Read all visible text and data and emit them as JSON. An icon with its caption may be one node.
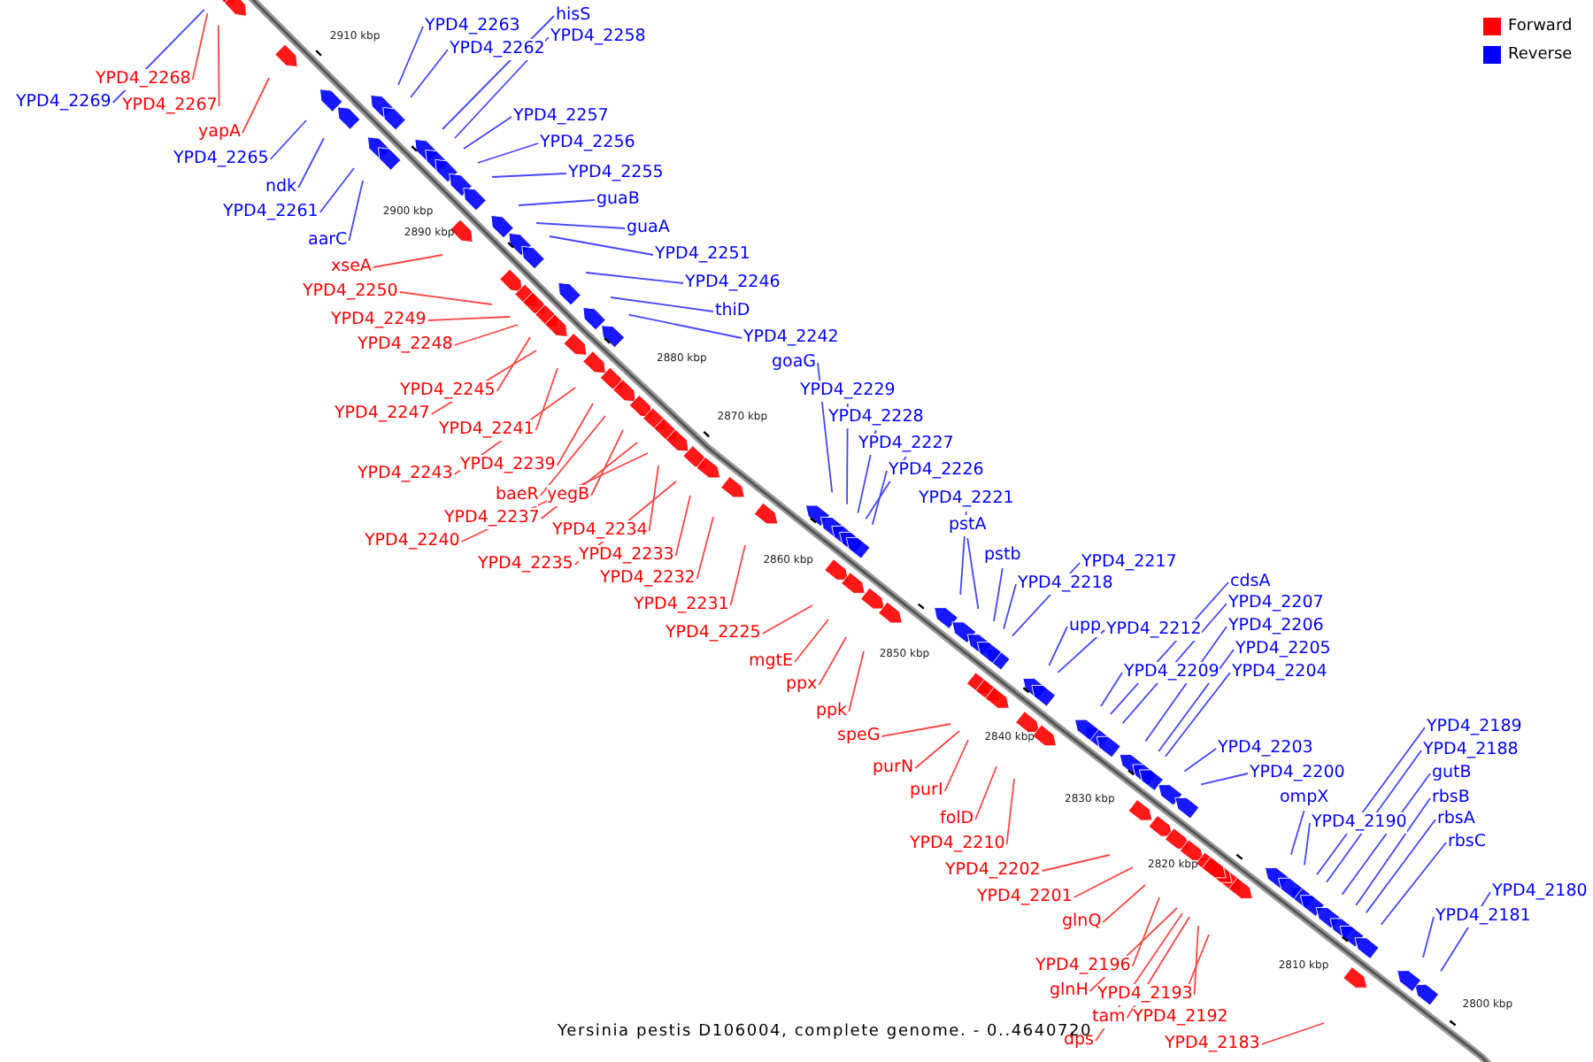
{
  "diagram": {
    "caption": "Yersinia pestis D106004, complete genome. - 0..4640720",
    "nodes": [
      {
        "text": [
          "YPD4_2269"
        ]
      },
      {
        "text": [
          "YPD4_2268"
        ]
      },
      {
        "text": [
          "YPD4_2267"
        ]
      },
      {
        "text": [
          "yapA"
        ]
      },
      {
        "text": [
          "YPD4_2265"
        ]
      },
      {
        "text": [
          "ndk"
        ]
      },
      {
        "text": [
          "YPD4_2261"
        ]
      },
      {
        "text": [
          "aarC"
        ]
      },
      {
        "text": [
          "xseA"
        ]
      },
      {
        "text": [
          "YPD4_2250"
        ]
      },
      {
        "text": [
          "YPD4_2249"
        ]
      },
      {
        "text": [
          "YPD4_2248"
        ]
      },
      {
        "text": [
          "YPD4_2245"
        ]
      },
      {
        "text": [
          "YPD4_2247"
        ]
      },
      {
        "text": [
          "YPD4_2241"
        ]
      },
      {
        "text": [
          "YPD4_2243"
        ]
      },
      {
        "text": [
          "YPD4_2239"
        ]
      },
      {
        "text": [
          "baeR"
        ]
      },
      {
        "text": [
          "yegB"
        ]
      },
      {
        "text": [
          "YPD4_2237"
        ]
      },
      {
        "text": [
          "YPD4_2240"
        ]
      },
      {
        "text": [
          "YPD4_2234"
        ]
      },
      {
        "text": [
          "YPD4_2235"
        ]
      },
      {
        "text": [
          "YPD4_2233"
        ]
      },
      {
        "text": [
          "YPD4_2232"
        ]
      },
      {
        "text": [
          "YPD4_2231"
        ]
      },
      {
        "text": [
          "YPD4_2225"
        ]
      },
      {
        "text": [
          "mgtE"
        ]
      },
      {
        "text": [
          "ppx"
        ]
      },
      {
        "text": [
          "ppk"
        ]
      },
      {
        "text": [
          "speG"
        ]
      },
      {
        "text": [
          "purN"
        ]
      },
      {
        "text": [
          "purI"
        ]
      },
      {
        "text": [
          "folD"
        ]
      },
      {
        "text": [
          "YPD4_2210"
        ]
      },
      {
        "text": [
          "YPD4_2202"
        ]
      },
      {
        "text": [
          "YPD4_2201"
        ]
      },
      {
        "text": [
          "glnQ"
        ]
      },
      {
        "text": [
          "YPD4_2196"
        ]
      },
      {
        "text": [
          "glnH"
        ]
      },
      {
        "text": [
          "YPD4_2193"
        ]
      },
      {
        "text": [
          "tam"
        ]
      },
      {
        "text": [
          "YPD4_2192"
        ]
      },
      {
        "text": [
          "dps"
        ]
      },
      {
        "text": [
          "YPD4_2183"
        ]
      },
      {
        "text": [
          "YPD4_2263"
        ]
      },
      {
        "text": [
          "YPD4_2262"
        ]
      },
      {
        "text": [
          "hisS"
        ]
      },
      {
        "text": [
          "YPD4_2258"
        ]
      },
      {
        "text": [
          "YPD4_2257"
        ]
      },
      {
        "text": [
          "YPD4_2256"
        ]
      },
      {
        "text": [
          "YPD4_2255"
        ]
      },
      {
        "text": [
          "guaB"
        ]
      },
      {
        "text": [
          "guaA"
        ]
      },
      {
        "text": [
          "YPD4_2251"
        ]
      },
      {
        "text": [
          "YPD4_2246"
        ]
      },
      {
        "text": [
          "thiD"
        ]
      },
      {
        "text": [
          "YPD4_2242"
        ]
      },
      {
        "text": [
          "goaG"
        ]
      },
      {
        "text": [
          "YPD4_2229"
        ]
      },
      {
        "text": [
          "YPD4_2228"
        ]
      },
      {
        "text": [
          "YPD4_2227"
        ]
      },
      {
        "text": [
          "YPD4_2226"
        ]
      },
      {
        "text": [
          "YPD4_2221"
        ]
      },
      {
        "text": [
          "pstA"
        ]
      },
      {
        "text": [
          "pstb"
        ]
      },
      {
        "text": [
          "YPD4_2217"
        ]
      },
      {
        "text": [
          "YPD4_2218"
        ]
      },
      {
        "text": [
          "cdsA"
        ]
      },
      {
        "text": [
          "YPD4_2207"
        ]
      },
      {
        "text": [
          "YPD4_2206"
        ]
      },
      {
        "text": [
          "upp"
        ]
      },
      {
        "text": [
          "YPD4_2212"
        ]
      },
      {
        "text": [
          "YPD4_2205"
        ]
      },
      {
        "text": [
          "YPD4_2209"
        ]
      },
      {
        "text": [
          "YPD4_2204"
        ]
      },
      {
        "text": [
          "YPD4_2189"
        ]
      },
      {
        "text": [
          "YPD4_2203"
        ]
      },
      {
        "text": [
          "YPD4_2188"
        ]
      },
      {
        "text": [
          "YPD4_2200"
        ]
      },
      {
        "text": [
          "gutB"
        ]
      },
      {
        "text": [
          "ompX"
        ]
      },
      {
        "text": [
          "rbsB"
        ]
      },
      {
        "text": [
          "rbsA"
        ]
      },
      {
        "text": [
          "YPD4_2190"
        ]
      },
      {
        "text": [
          "rbsC"
        ]
      },
      {
        "text": [
          "YPD4_2180"
        ]
      },
      {
        "text": [
          "YPD4_2181"
        ]
      }
    ],
    "edges": [
      {
        "from": 0,
        "to": null,
        "arrow": "none"
      },
      {
        "from": 1,
        "to": null,
        "arrow": "none",
        "color": "#ff4646"
      },
      {
        "from": 2,
        "to": null,
        "arrow": "none",
        "color": "#ff4646"
      },
      {
        "from": 3,
        "to": null,
        "arrow": "none",
        "color": "#ff4646"
      },
      {
        "from": 4,
        "to": null,
        "arrow": "none"
      },
      {
        "from": 5,
        "to": null,
        "arrow": "none"
      },
      {
        "from": 6,
        "to": null,
        "arrow": "none"
      },
      {
        "from": 7,
        "to": null,
        "arrow": "none"
      },
      {
        "from": 8,
        "to": null,
        "arrow": "none",
        "color": "#ff4646"
      },
      {
        "from": 9,
        "to": null,
        "arrow": "none",
        "color": "#ff4646"
      },
      {
        "from": 10,
        "to": null,
        "arrow": "none",
        "color": "#ff4646"
      },
      {
        "from": 11,
        "to": null,
        "arrow": "none",
        "color": "#ff4646"
      },
      {
        "from": 12,
        "to": null,
        "arrow": "none",
        "color": "#ff4646"
      },
      {
        "from": 13,
        "to": null,
        "arrow": "none",
        "color": "#ff4646"
      },
      {
        "from": 14,
        "to": null,
        "arrow": "none",
        "color": "#ff4646"
      },
      {
        "from": 15,
        "to": null,
        "arrow": "none",
        "color": "#ff4646"
      },
      {
        "from": 16,
        "to": null,
        "arrow": "none",
        "color": "#ff4646"
      },
      {
        "from": 17,
        "to": null,
        "arrow": "none",
        "color": "#ff4646"
      },
      {
        "from": 18,
        "to": null,
        "arrow": "none",
        "color": "#ff4646"
      },
      {
        "from": 19,
        "to": null,
        "arrow": "none",
        "color": "#ff4646"
      },
      {
        "from": 20,
        "to": null,
        "arrow": "none",
        "color": "#ff4646"
      },
      {
        "from": 21,
        "to": null,
        "arrow": "none",
        "color": "#ff4646"
      },
      {
        "from": 22,
        "to": null,
        "arrow": "none",
        "color": "#ff4646"
      },
      {
        "from": 23,
        "to": null,
        "arrow": "none",
        "color": "#ff4646"
      },
      {
        "from": 24,
        "to": null,
        "arrow": "none",
        "color": "#ff4646"
      },
      {
        "from": 25,
        "to": null,
        "arrow": "none",
        "color": "#ff4646"
      },
      {
        "from": 26,
        "to": null,
        "arrow": "none",
        "color": "#ff4646"
      },
      {
        "from": 27,
        "to": null,
        "arrow": "none",
        "color": "#ff4646"
      },
      {
        "from": 28,
        "to": null,
        "arrow": "none",
        "color": "#ff4646"
      },
      {
        "from": 29,
        "to": null,
        "arrow": "none",
        "color": "#ff4646"
      },
      {
        "from": 30,
        "to": null,
        "arrow": "none",
        "color": "#ff4646"
      },
      {
        "from": 31,
        "to": null,
        "arrow": "none",
        "color": "#ff4646"
      },
      {
        "from": 32,
        "to": null,
        "arrow": "none",
        "color": "#ff4646"
      },
      {
        "from": 33,
        "to": null,
        "arrow": "none",
        "color": "#ff4646"
      },
      {
        "from": 34,
        "to": null,
        "arrow": "none",
        "color": "#ff4646"
      },
      {
        "from": 35,
        "to": null,
        "arrow": "none",
        "color": "#ff4646"
      },
      {
        "from": 36,
        "to": null,
        "arrow": "none",
        "color": "#ff4646"
      },
      {
        "from": 37,
        "to": null,
        "arrow": "none",
        "color": "#ff4646"
      },
      {
        "from": 38,
        "to": null,
        "arrow": "none",
        "color": "#ff4646"
      },
      {
        "from": 39,
        "to": null,
        "arrow": "none",
        "color": "#ff4646"
      },
      {
        "from": 40,
        "to": null,
        "arrow": "none",
        "color": "#ff4646"
      },
      {
        "from": 41,
        "to": null,
        "arrow": "none",
        "color": "#ff4646"
      },
      {
        "from": 42,
        "to": null,
        "arrow": "none",
        "color": "#ff4646"
      },
      {
        "from": 43,
        "to": null,
        "arrow": "none",
        "color": "#ff4646"
      },
      {
        "from": 44,
        "to": null,
        "arrow": "none",
        "color": "#ff4646"
      },
      {
        "from": 45,
        "to": null,
        "arrow": "none"
      },
      {
        "from": 46,
        "to": null,
        "arrow": "none"
      },
      {
        "from": 47,
        "to": null,
        "arrow": "none"
      },
      {
        "from": 48,
        "to": null,
        "arrow": "none"
      },
      {
        "from": 49,
        "to": null,
        "arrow": "none"
      },
      {
        "from": 50,
        "to": null,
        "arrow": "none"
      },
      {
        "from": 51,
        "to": null,
        "arrow": "none"
      },
      {
        "from": 52,
        "to": null,
        "arrow": "none"
      },
      {
        "from": 53,
        "to": null,
        "arrow": "none"
      },
      {
        "from": 54,
        "to": null,
        "arrow": "none"
      },
      {
        "from": 55,
        "to": null,
        "arrow": "none"
      },
      {
        "from": 56,
        "to": null,
        "arrow": "none"
      },
      {
        "from": 57,
        "to": null,
        "arrow": "none"
      },
      {
        "from": 58,
        "to": null,
        "arrow": "none"
      },
      {
        "from": 59,
        "to": null,
        "arrow": "none"
      },
      {
        "from": 60,
        "to": null,
        "arrow": "none"
      },
      {
        "from": 61,
        "to": null,
        "arrow": "none"
      },
      {
        "from": 62,
        "to": null,
        "arrow": "none"
      },
      {
        "from": 63,
        "to": null,
        "arrow": "none"
      },
      {
        "from": 64,
        "to": null,
        "arrow": "none"
      },
      {
        "from": 65,
        "to": null,
        "arrow": "none"
      },
      {
        "from": 66,
        "to": null,
        "arrow": "none"
      },
      {
        "from": 67,
        "to": null,
        "arrow": "none"
      },
      {
        "from": 68,
        "to": null,
        "arrow": "none"
      },
      {
        "from": 69,
        "to": null,
        "arrow": "none"
      },
      {
        "from": 70,
        "to": null,
        "arrow": "none"
      },
      {
        "from": 71,
        "to": null,
        "arrow": "none"
      },
      {
        "from": 72,
        "to": null,
        "arrow": "none"
      },
      {
        "from": 73,
        "to": null,
        "arrow": "none"
      },
      {
        "from": 74,
        "to": null,
        "arrow": "none"
      },
      {
        "from": 75,
        "to": null,
        "arrow": "none"
      },
      {
        "from": 76,
        "to": null,
        "arrow": "none"
      },
      {
        "from": 77,
        "to": null,
        "arrow": "none"
      },
      {
        "from": 78,
        "to": null,
        "arrow": "none"
      },
      {
        "from": 79,
        "to": null,
        "arrow": "none"
      },
      {
        "from": 80,
        "to": null,
        "arrow": "none"
      },
      {
        "from": 81,
        "to": null,
        "arrow": "none"
      },
      {
        "from": 82,
        "to": null,
        "arrow": "none"
      },
      {
        "from": 83,
        "to": null,
        "arrow": "none"
      },
      {
        "from": 84,
        "to": null,
        "arrow": "none"
      },
      {
        "from": 85,
        "to": null,
        "arrow": "none"
      },
      {
        "from": 86,
        "to": null,
        "arrow": "none"
      },
      {
        "from": 87,
        "to": null,
        "arrow": "none"
      }
    ],
    "labels": [
      "2910 kbp",
      "2900 kbp",
      "2890 kbp",
      "2880 kbp",
      "2870 kbp",
      "2860 kbp",
      "2850 kbp",
      "2840 kbp",
      "2830 kbp",
      "2820 kbp",
      "2810 kbp",
      "2800 kbp"
    ],
    "legend": [
      {
        "text": "Forward",
        "color": "#ff0000"
      },
      {
        "text": "Reverse",
        "color": "#0000ff"
      }
    ]
  }
}
